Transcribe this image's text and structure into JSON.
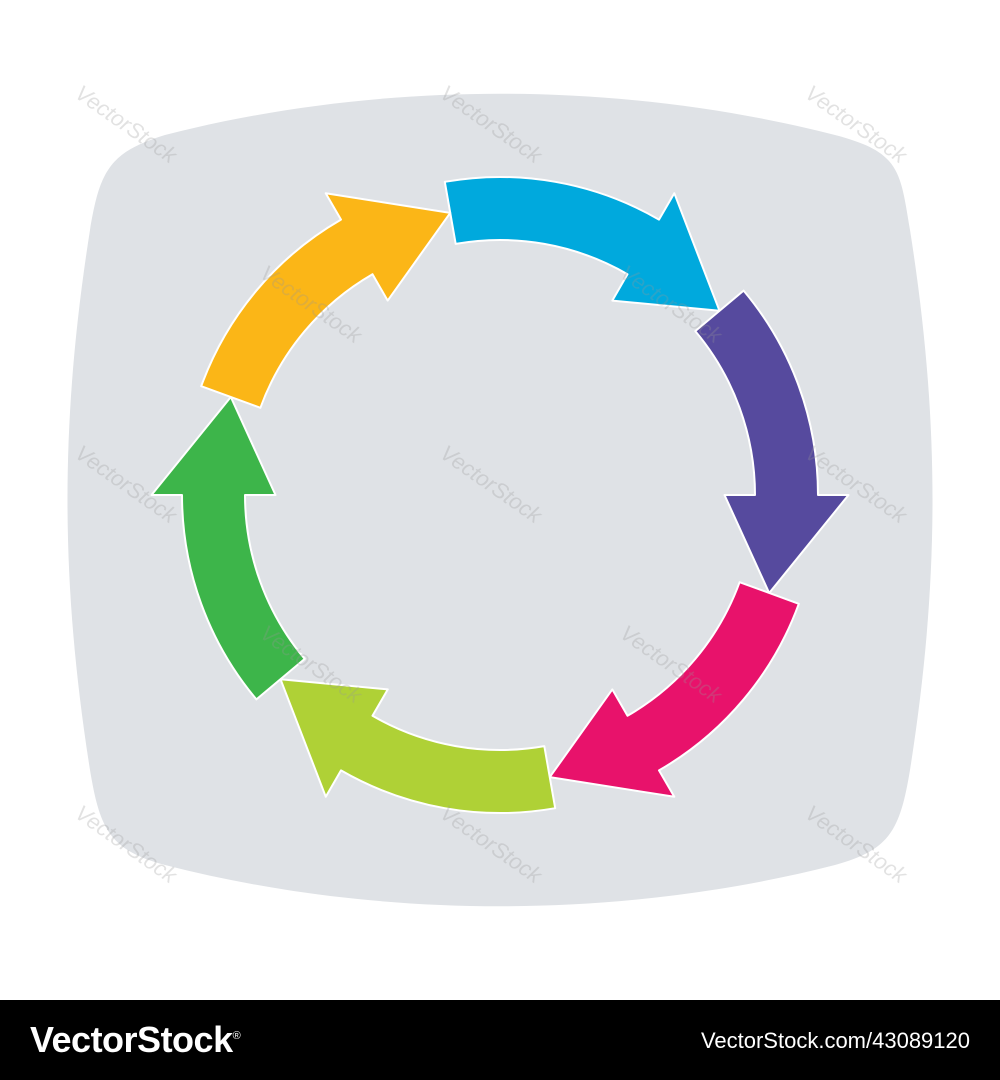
{
  "diagram": {
    "background_color": "#dfe2e6",
    "segments": [
      {
        "name": "cyan",
        "color": "#00a9dd"
      },
      {
        "name": "purple",
        "color": "#564a9e"
      },
      {
        "name": "magenta",
        "color": "#e8126b"
      },
      {
        "name": "lime",
        "color": "#afd136"
      },
      {
        "name": "green",
        "color": "#3db54a"
      },
      {
        "name": "orange",
        "color": "#fbb617"
      }
    ]
  },
  "watermark": {
    "text": "VectorStock"
  },
  "footer": {
    "logo_text": "VectorStock",
    "logo_mark": "®",
    "image_id": "VectorStock.com/43089120"
  }
}
